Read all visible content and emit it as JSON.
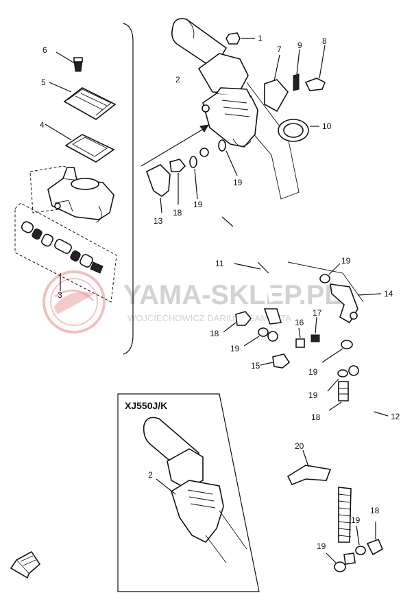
{
  "diagram": {
    "inset_title": "XJ550J/K",
    "watermark": {
      "main_text": "YAMA-SKLEP.PL",
      "sub_text": "WOJCIECHOWICZ DARIUSZ SAMANTA",
      "logo_color": "#e88a8a",
      "text_color": "#d2d2d2"
    },
    "callouts": {
      "c1": "1",
      "c2": "2",
      "c3": "3",
      "c4": "4",
      "c5": "5",
      "c6": "6",
      "c7": "7",
      "c8": "8",
      "c9": "9",
      "c10": "10",
      "c11": "11",
      "c12": "12",
      "c13": "13",
      "c14": "14",
      "c15": "15",
      "c16": "16",
      "c17": "17",
      "c18a": "18",
      "c18b": "18",
      "c18c": "18",
      "c18d": "18",
      "c19a": "19",
      "c19b": "19",
      "c19c": "19",
      "c19d": "19",
      "c19e": "19",
      "c19f": "19",
      "c19g": "19",
      "c19h": "19",
      "c20": "20",
      "inset_c2": "2"
    },
    "icons": [
      "front-direction-arrow-icon"
    ]
  }
}
